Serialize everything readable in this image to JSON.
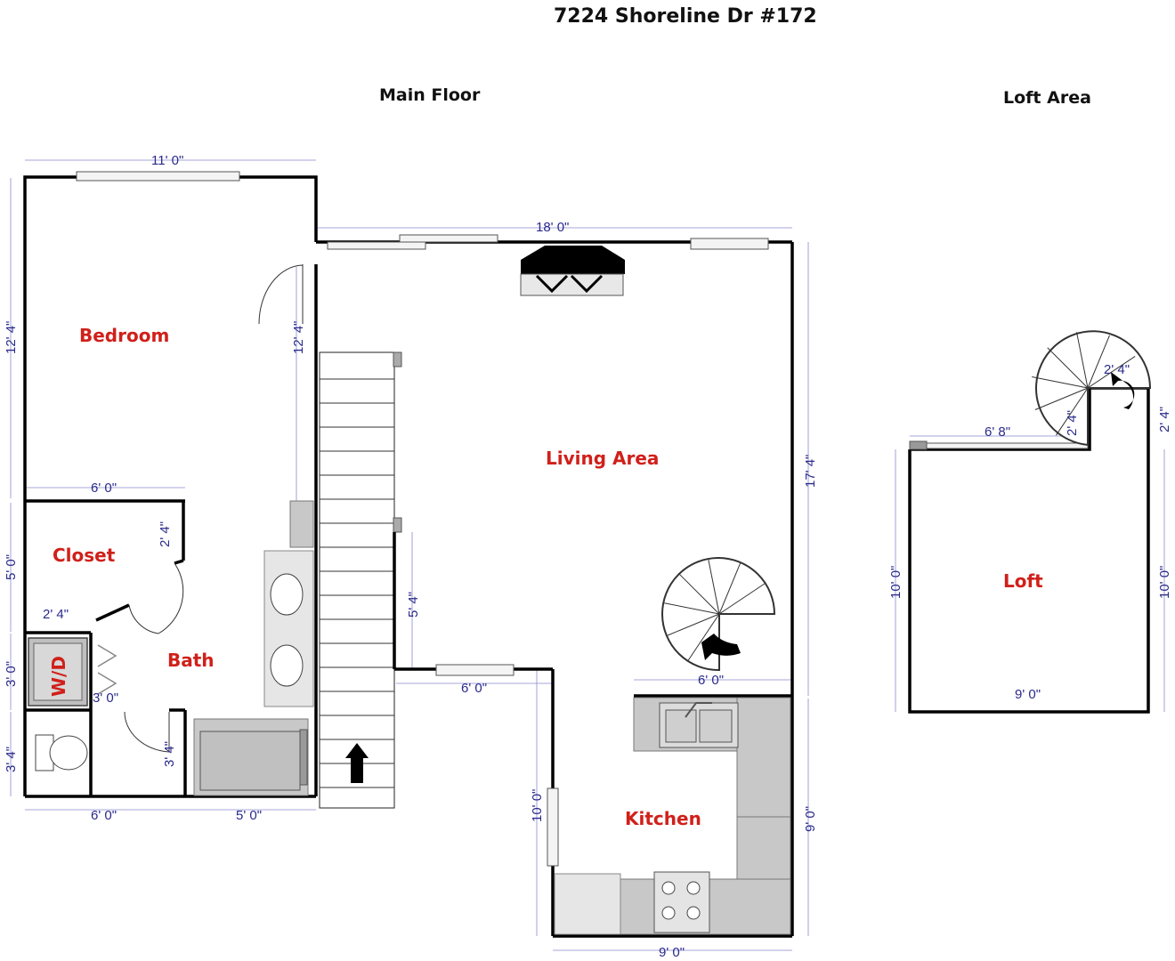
{
  "header": {
    "address": "7224 Shoreline Dr #172",
    "main_floor": "Main Floor",
    "loft_area": "Loft Area"
  },
  "rooms": {
    "bedroom": "Bedroom",
    "closet": "Closet",
    "bath": "Bath",
    "washer_dryer": "W/D",
    "living_area": "Living Area",
    "kitchen": "Kitchen",
    "loft": "Loft"
  },
  "dimensions": {
    "bedroom_width": "11' 0\"",
    "bedroom_height_left": "12' 4\"",
    "bedroom_height_right": "12' 4\"",
    "bedroom_partition": "6' 0\"",
    "closet_height": "5' 0\"",
    "closet_door": "2' 4\"",
    "wd_width": "2' 4\"",
    "wd_height": "3' 0\"",
    "bath_partition": "3' 0\"",
    "toilet_height_left": "3' 4\"",
    "toilet_height_right": "3' 4\"",
    "bottom_left": "6' 0\"",
    "bottom_right": "5' 0\"",
    "living_width": "18' 0\"",
    "living_height": "17' 4\"",
    "living_inner": "5' 4\"",
    "living_bottom": "6' 0\"",
    "kitchen_counter": "6' 0\"",
    "kitchen_height_left": "10' 0\"",
    "kitchen_height_right": "9' 0\"",
    "kitchen_width": "9' 0\"",
    "loft_top": "6' 8\"",
    "loft_left": "10' 0\"",
    "loft_right": "10' 0\"",
    "loft_bottom": "9' 0\"",
    "loft_stair_top": "2' 4\"",
    "loft_stair_side": "2' 4\"",
    "loft_right_top": "2' 4\""
  },
  "colors": {
    "room_label": "#d0201a",
    "dimension": "#2a2a8c",
    "wall": "#000000",
    "fixture": "#c8c8c8"
  }
}
